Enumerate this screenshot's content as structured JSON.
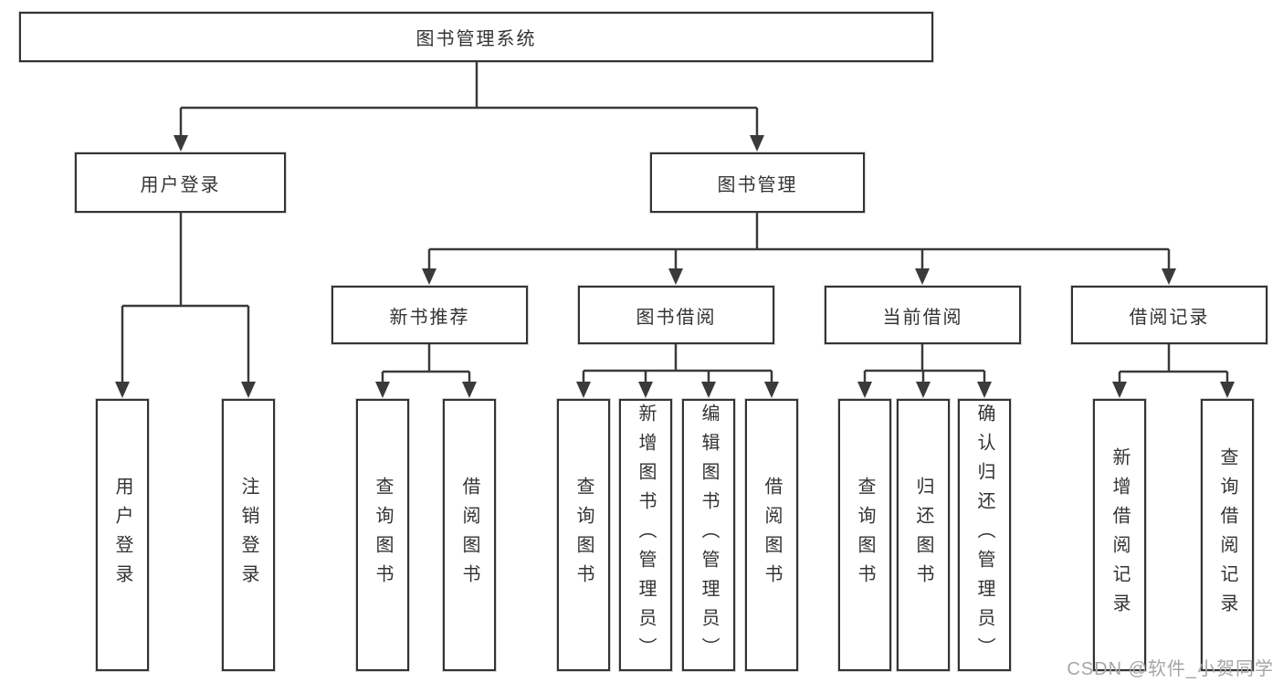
{
  "diagram": {
    "root": {
      "label": "图书管理系统"
    },
    "children": [
      {
        "label": "用户登录",
        "children": [
          {
            "label": "用户登录"
          },
          {
            "label": "注销登录"
          }
        ]
      },
      {
        "label": "图书管理",
        "children": [
          {
            "label": "新书推荐",
            "children": [
              {
                "label": "查询图书"
              },
              {
                "label": "借阅图书"
              }
            ]
          },
          {
            "label": "图书借阅",
            "children": [
              {
                "label": "查询图书"
              },
              {
                "label": "新增图书（管理员）"
              },
              {
                "label": "编辑图书（管理员）"
              },
              {
                "label": "借阅图书"
              }
            ]
          },
          {
            "label": "当前借阅",
            "children": [
              {
                "label": "查询图书"
              },
              {
                "label": "归还图书"
              },
              {
                "label": "确认归还（管理员）"
              }
            ]
          },
          {
            "label": "借阅记录",
            "children": [
              {
                "label": "新增借阅记录"
              },
              {
                "label": "查询借阅记录"
              }
            ]
          }
        ]
      }
    ]
  },
  "watermark": {
    "text": "CSDN @软件_小贺同学"
  },
  "colors": {
    "line": "#3a3a3a",
    "border": "#333333",
    "text": "#333333",
    "watermark": "#a6a6a6",
    "background": "#ffffff"
  }
}
